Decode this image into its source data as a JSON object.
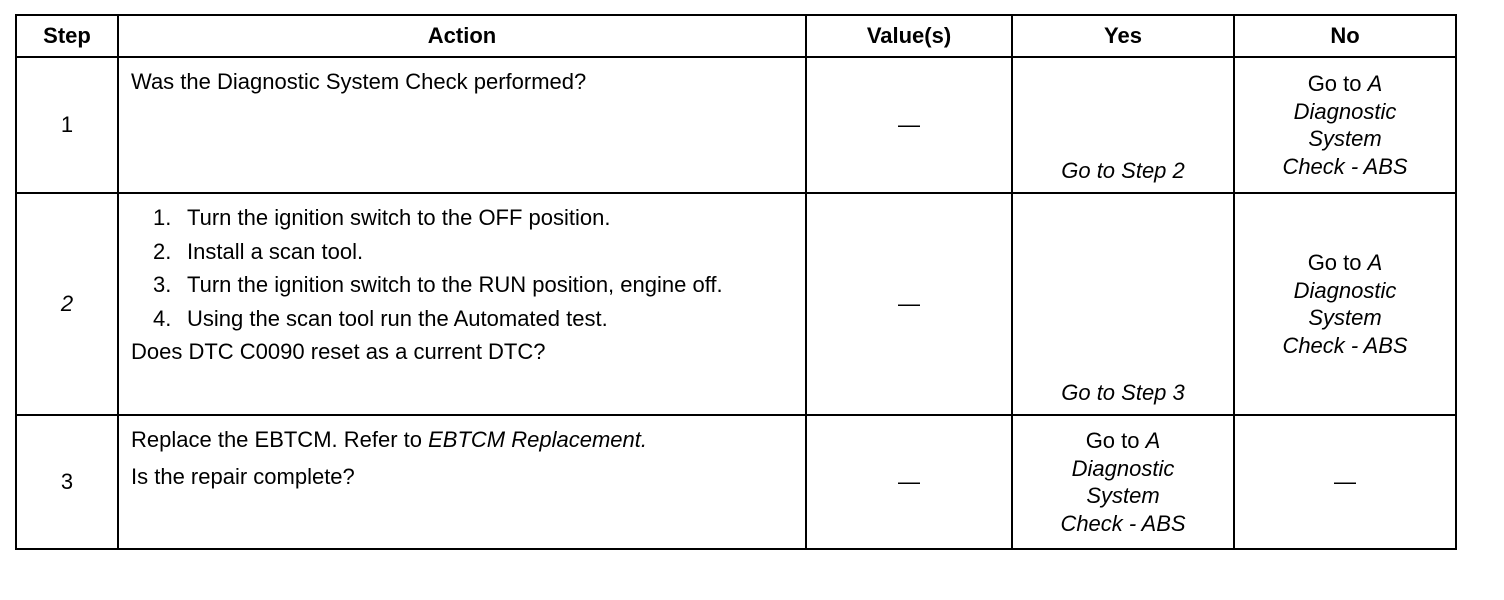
{
  "headers": {
    "step": "Step",
    "action": "Action",
    "values": "Value(s)",
    "yes": "Yes",
    "no": "No"
  },
  "rows": [
    {
      "step": "1",
      "question": "Was the Diagnostic System Check performed?",
      "value": "—",
      "yes": "Go to Step 2",
      "no": {
        "prefix": "Go to ",
        "line1": "A",
        "line2": "Diagnostic",
        "line3": "System",
        "line4": "Check - ABS"
      }
    },
    {
      "step": "2",
      "steps": [
        {
          "num": "1.",
          "text": "Turn the ignition switch to the OFF position."
        },
        {
          "num": "2.",
          "text": "Install a scan tool."
        },
        {
          "num": "3.",
          "text": "Turn the ignition switch to the RUN position, engine off."
        },
        {
          "num": "4.",
          "text": "Using the scan tool run the Automated test."
        }
      ],
      "question": "Does DTC C0090 reset as a current DTC?",
      "value": "—",
      "yes": "Go to Step 3",
      "no": {
        "prefix": "Go to ",
        "line1": "A",
        "line2": "Diagnostic",
        "line3": "System",
        "line4": "Check - ABS"
      }
    },
    {
      "step": "3",
      "instruction_prefix": "Replace the EBTCM. Refer to ",
      "instruction_ref": "EBTCM Replacement.",
      "question": "Is the repair complete?",
      "value": "—",
      "yes": {
        "prefix": "Go to ",
        "line1": "A",
        "line2": "Diagnostic",
        "line3": "System",
        "line4": "Check - ABS"
      },
      "no": "—"
    }
  ]
}
